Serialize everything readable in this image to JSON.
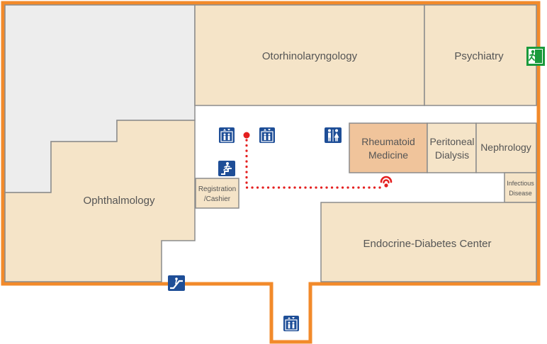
{
  "rooms": {
    "otorhinolaryngology": "Otorhinolaryngology",
    "psychiatry": "Psychiatry",
    "rheumatoid_line1": "Rheumatoid",
    "rheumatoid_line2": "Medicine",
    "peritoneal_line1": "Peritoneal",
    "peritoneal_line2": "Dialysis",
    "nephrology": "Nephrology",
    "infectious_line1": "Infectious",
    "infectious_line2": "Disease",
    "ophthalmology": "Ophthalmology",
    "registration_line1": "Registration",
    "registration_line2": "/Cashier",
    "endocrine": "Endocrine-Diabetes Center"
  },
  "icons": {
    "elevator": "elevator-icon",
    "restroom": "restroom-icon",
    "stairs": "stairs-icon",
    "escalator": "escalator-icon",
    "exit": "emergency-exit-icon"
  },
  "colors": {
    "wall": "#f28a2a",
    "room_fill": "#f5e4c8",
    "room_border": "#8c8c8c",
    "highlight_fill": "#f0c49b",
    "unused_area": "#ededed",
    "route": "#e41f1f",
    "icon_blue": "#1e4e97",
    "exit_green": "#1a9a3c"
  }
}
